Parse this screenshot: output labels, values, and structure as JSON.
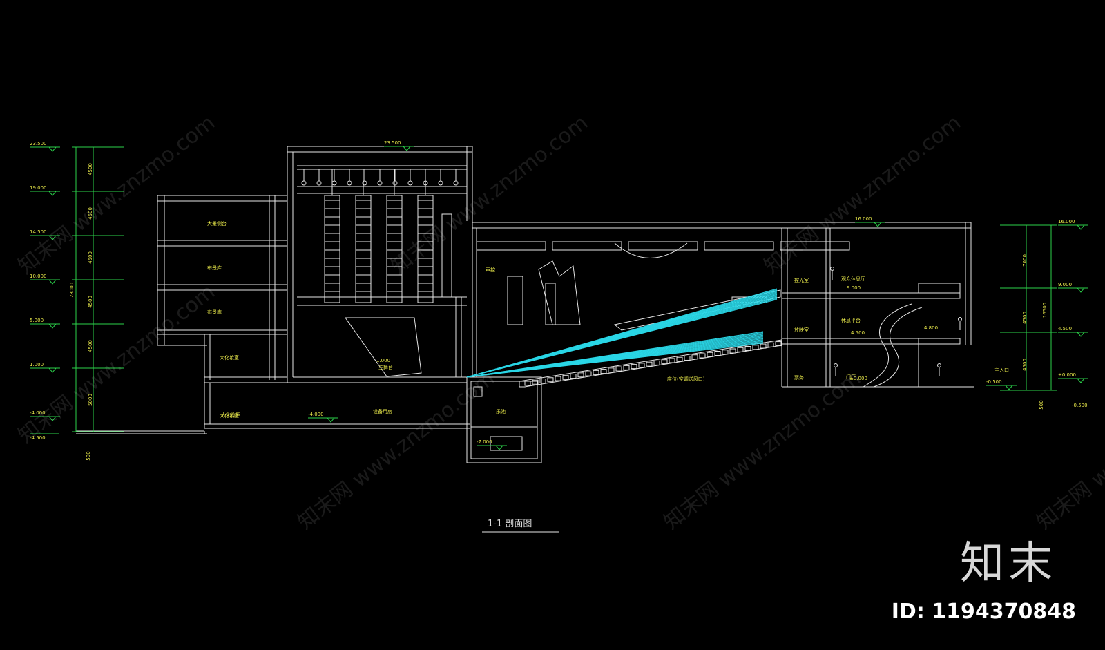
{
  "drawing": {
    "title": "1-1  剖面图",
    "left_elevations": [
      "23.500",
      "19.000",
      "14.500",
      "10.000",
      "5.000",
      "1.000",
      "-4.000",
      "-4.500"
    ],
    "left_spans": [
      "4500",
      "4500",
      "4500",
      "4500",
      "4500",
      "5000"
    ],
    "left_total": "28000",
    "left_bottom": "500",
    "right_elevations": [
      "16.000",
      "9.000",
      "4.500",
      "±0.000",
      "-0.500"
    ],
    "right_spans": [
      "7000",
      "4500",
      "4500"
    ],
    "right_total": "16500",
    "right_bottom": "500",
    "top_level_stage": "23.500",
    "top_level_hall": "16.000",
    "inner_levels": {
      "stage_floor": "1.000",
      "basement": "-4.000",
      "pit": "-7.000",
      "lobby_upper": "9.000",
      "lobby_mid": "4.500",
      "lobby_ground": "±0.000",
      "balcony": "4.800",
      "entrance": "-0.500"
    },
    "room_labels": {
      "r1": "大景侧台",
      "r2": "布景库",
      "r3": "布景库",
      "r4": "大化妆室",
      "r5": "大化妆室",
      "r6": "设备用房",
      "r7": "主舞台",
      "r8": "乐池",
      "r9": "控光室",
      "r10": "放映室",
      "r11": "门厅",
      "r12": "票务",
      "r13": "观众休息厅",
      "r14": "休息平台",
      "r15": "座位(空调送风口)",
      "r16": "主入口",
      "r17": "声控"
    }
  },
  "watermark": {
    "text": "知末网 www.znzmo.com"
  },
  "brand": {
    "logo": "知末",
    "id_text": "ID: 1194370848"
  },
  "colors": {
    "line": "#e6e6e6",
    "dim": "#2bd24a",
    "label": "#e8e84a",
    "seat": "#2ad6e6",
    "background": "#000000"
  }
}
